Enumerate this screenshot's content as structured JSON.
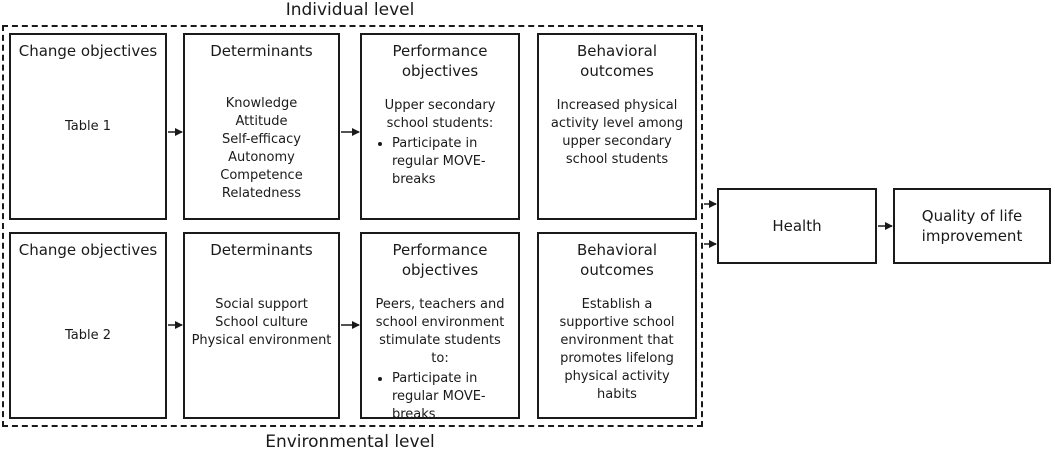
{
  "levels": {
    "top": "Individual level",
    "bottom": "Environmental level"
  },
  "row1": {
    "change_objectives": {
      "title": "Change objectives",
      "body": "Table 1"
    },
    "determinants": {
      "title": "Determinants",
      "items": [
        "Knowledge",
        "Attitude",
        "Self-efficacy",
        "Autonomy",
        "Competence",
        "Relatedness"
      ]
    },
    "performance": {
      "title": "Performance objectives",
      "intro": "Upper secondary school students:",
      "bullet": "Participate in regular MOVE-breaks"
    },
    "behavioral": {
      "title": "Behavioral outcomes",
      "body": "Increased physical activity level among upper secondary school students"
    }
  },
  "row2": {
    "change_objectives": {
      "title": "Change objectives",
      "body": "Table 2"
    },
    "determinants": {
      "title": "Determinants",
      "items": [
        "Social support",
        "School culture",
        "Physical environment"
      ]
    },
    "performance": {
      "title": "Performance objectives",
      "intro": "Peers, teachers and school environment stimulate students to:",
      "bullet": "Participate in regular MOVE-breaks"
    },
    "behavioral": {
      "title": "Behavioral outcomes",
      "body": "Establish a supportive school environment that promotes lifelong physical activity habits"
    }
  },
  "health": {
    "title": "Health"
  },
  "quality_of_life": {
    "title": "Quality of life improvement"
  }
}
